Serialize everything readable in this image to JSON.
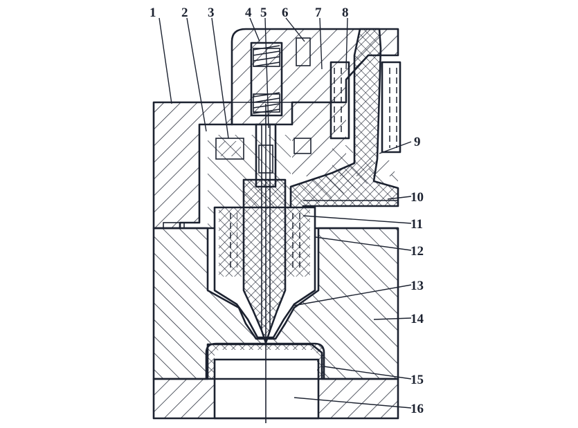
{
  "diagram": {
    "part_labels": [
      "1",
      "2",
      "3",
      "4",
      "5",
      "6",
      "7",
      "8",
      "9",
      "10",
      "11",
      "12",
      "13",
      "14",
      "15",
      "16"
    ],
    "colors": {
      "ink": "#1c2230",
      "background": "#ffffff"
    }
  }
}
